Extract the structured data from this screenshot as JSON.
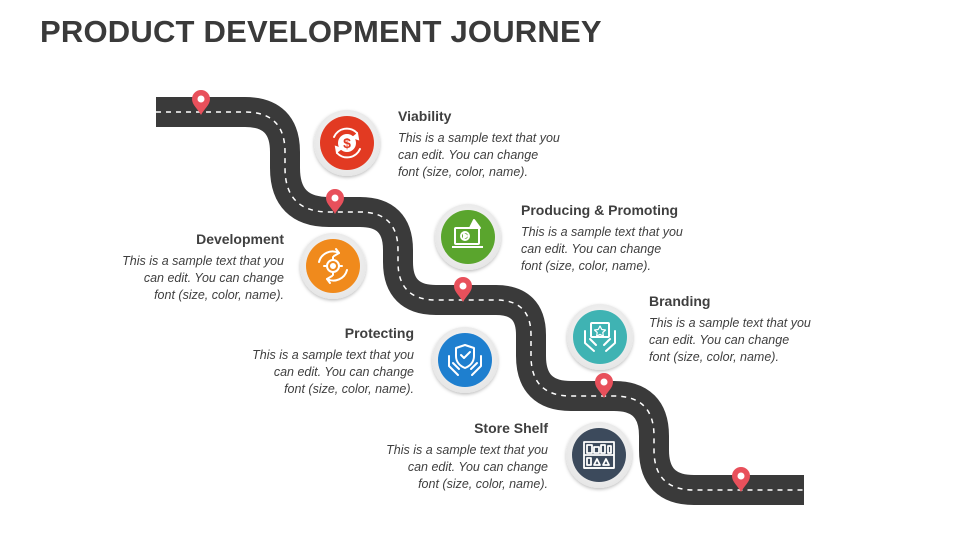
{
  "title": "PRODUCT DEVELOPMENT JOURNEY",
  "colors": {
    "road": "#3a3a3a",
    "pin": "#e8505b",
    "viability": "#e23a22",
    "producing": "#5aa52d",
    "development": "#f08a1c",
    "branding": "#3fb3b3",
    "protecting": "#1e7fcf",
    "store": "#3c4a5c"
  },
  "steps": [
    {
      "id": "viability",
      "title": "Viability",
      "icon": "dollar-cycle-icon",
      "desc": [
        "This is a sample text that you",
        "can edit. You can change",
        "font (size, color, name)."
      ]
    },
    {
      "id": "producing",
      "title": "Producing & Promoting",
      "icon": "laptop-video-icon",
      "desc": [
        "This is a sample text that you",
        "can edit. You can change",
        "font (size, color, name)."
      ]
    },
    {
      "id": "development",
      "title": "Development",
      "icon": "gear-cycle-icon",
      "desc": [
        "This is a sample text that you",
        "can edit. You can change",
        "font (size, color, name)."
      ]
    },
    {
      "id": "branding",
      "title": "Branding",
      "icon": "hands-star-icon",
      "desc": [
        "This is a sample text that you",
        "can edit. You can change",
        "font (size, color, name)."
      ]
    },
    {
      "id": "protecting",
      "title": "Protecting",
      "icon": "hands-shield-icon",
      "desc": [
        "This is a sample text that you",
        "can edit. You can change",
        "font (size, color, name)."
      ]
    },
    {
      "id": "store",
      "title": "Store Shelf",
      "icon": "store-shelf-icon",
      "desc": [
        "This is a sample text that you",
        "can edit. You can change",
        "font (size, color, name)."
      ]
    }
  ]
}
